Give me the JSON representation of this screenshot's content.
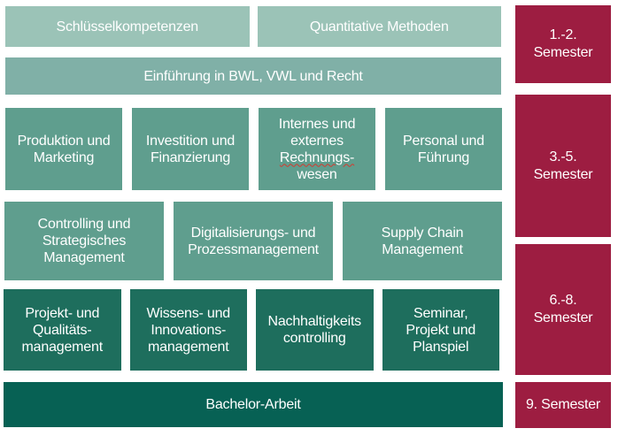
{
  "colors": {
    "level1": "#9BC3B7",
    "level2": "#80B0A7",
    "level3": "#5F9E8E",
    "level4": "#1E6E5D",
    "level5": "#076154",
    "semester_badge": "#9D1D41",
    "text": "#FFFFFF",
    "spellcheck_underline": "#D43A2F"
  },
  "rows": [
    {
      "name": "foundation-top",
      "cells": [
        {
          "label": "Schlüsselkompetenzen"
        },
        {
          "label": "Quantitative Methoden"
        }
      ]
    },
    {
      "name": "foundation-wide",
      "cells": [
        {
          "label": "Einführung in BWL, VWL und Recht"
        }
      ]
    },
    {
      "name": "core-modules-1",
      "cells": [
        {
          "label": "Produktion und\nMarketing"
        },
        {
          "label": "Investition und\nFinanzierung"
        },
        {
          "lines_before": "Internes und\nexternes",
          "squiggle_word": "Rechnungs-",
          "line_after": "wesen"
        },
        {
          "label": "Personal und\nFührung"
        }
      ]
    },
    {
      "name": "core-modules-2",
      "cells": [
        {
          "label": "Controlling und\nStrategisches\nManagement"
        },
        {
          "label": "Digitalisierungs- und\nProzessmanagement"
        },
        {
          "label": "Supply Chain\nManagement"
        }
      ]
    },
    {
      "name": "advanced-modules",
      "cells": [
        {
          "label": "Projekt- und\nQualitäts-\nmanagement"
        },
        {
          "label": "Wissens- und\nInnovations-\nmanagement"
        },
        {
          "label": "Nachhaltigkeits\ncontrolling"
        },
        {
          "label": "Seminar,\nProjekt und\nPlanspiel"
        }
      ]
    },
    {
      "name": "thesis",
      "cells": [
        {
          "label": "Bachelor-Arbeit"
        }
      ]
    }
  ],
  "semester_column": [
    {
      "label": "1.-2.\nSemester"
    },
    {
      "label": "3.-5.\nSemester"
    },
    {
      "label": "6.-8.\nSemester"
    },
    {
      "label": "9. Semester"
    }
  ]
}
